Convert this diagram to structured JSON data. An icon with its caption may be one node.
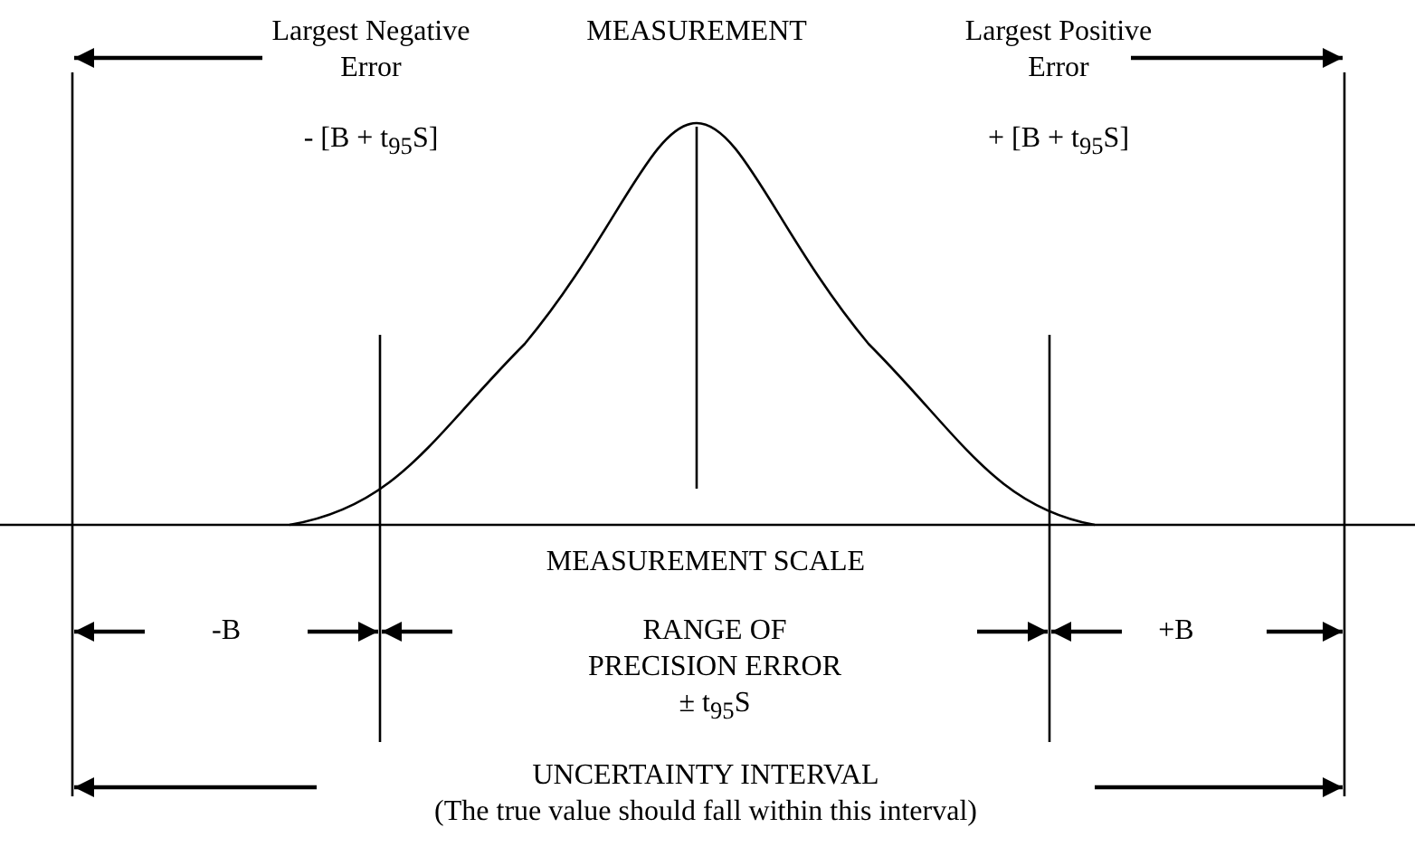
{
  "diagram": {
    "labels": [
      "Largest Negative Error",
      "MEASUREMENT",
      "Largest Positive Error",
      "- [B + t$_{95}$S]",
      "+ [B + t$_{95}$S]",
      "MEASUREMENT SCALE",
      "-B",
      "RANGE OF PRECISION ERROR",
      "+B",
      "± t$_{95}$S",
      "UNCERTAINTY INTERVAL",
      "(The true value should fall within this interval)"
    ]
  }
}
